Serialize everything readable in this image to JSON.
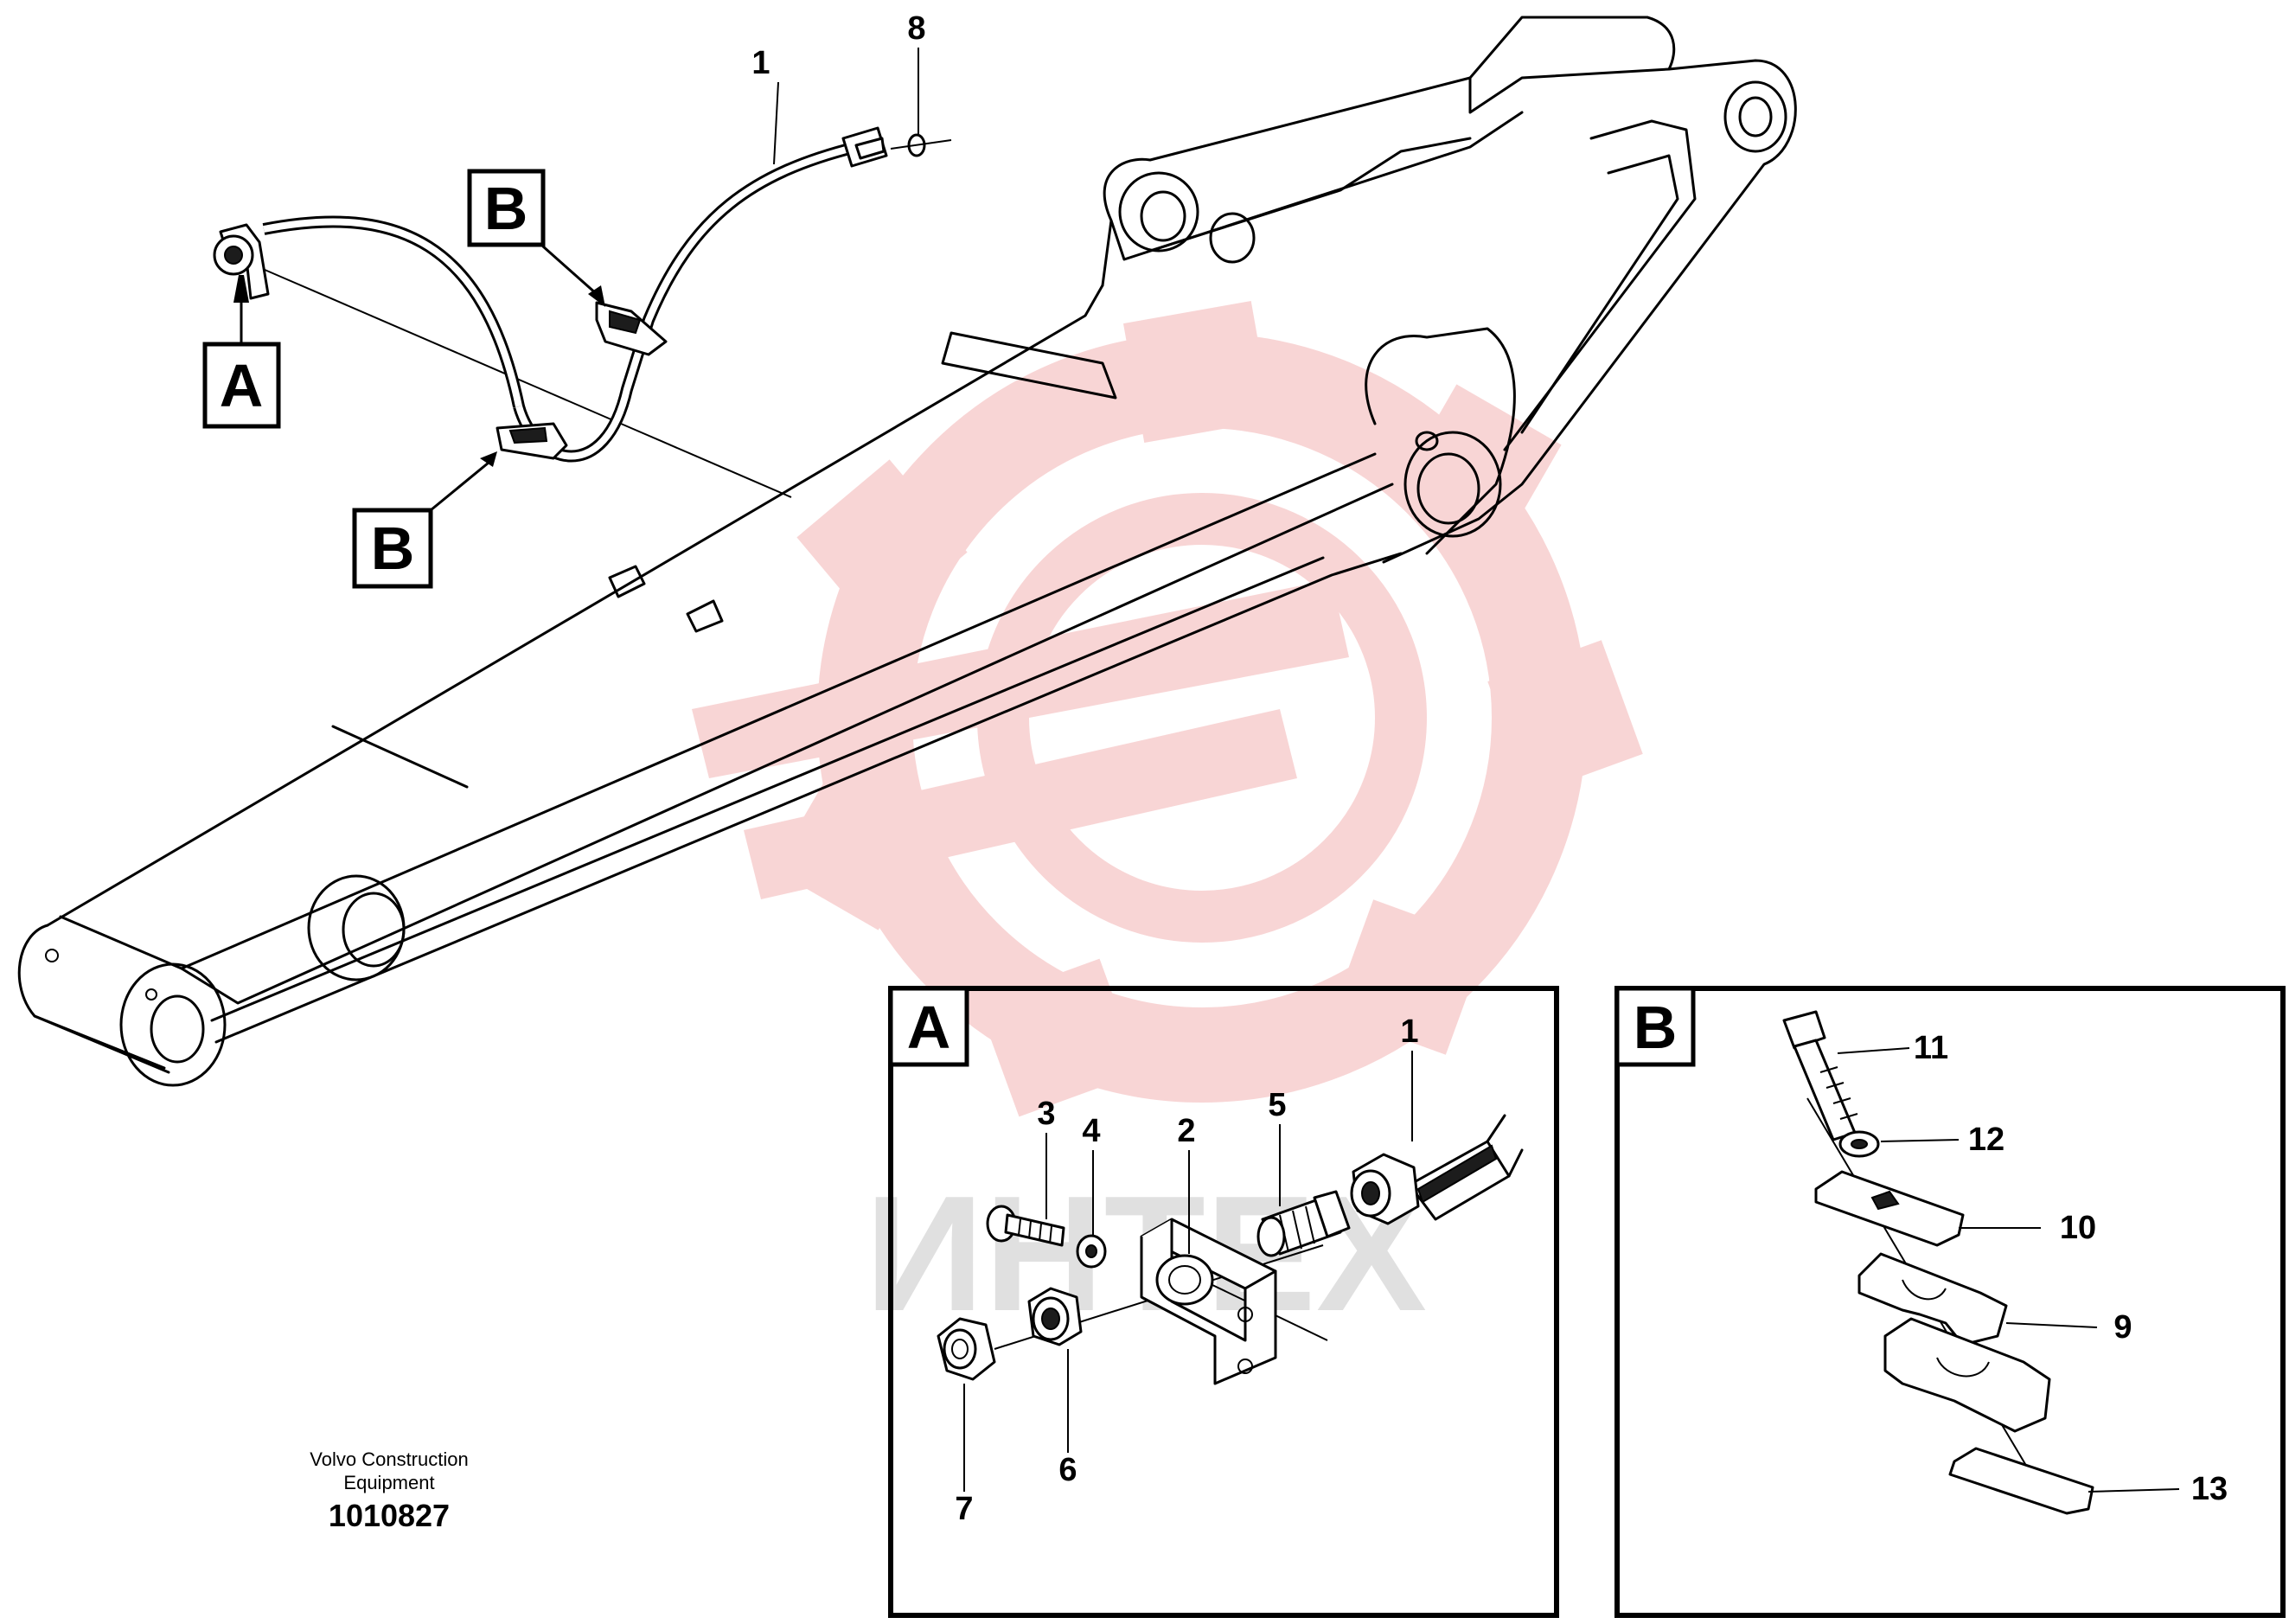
{
  "views": {
    "a_label": "A",
    "b_label": "B"
  },
  "callouts": {
    "hose": "1",
    "bracket": "2",
    "screw": "3",
    "washer": "4",
    "nipple": "5",
    "lock_nut": "6",
    "nut": "7",
    "o_ring": "8",
    "clamp_half": "9",
    "cover_plate": "10",
    "bolt": "11",
    "bolt_washer": "12",
    "weld_plate": "13"
  },
  "footer": {
    "company_line1": "Volvo Construction",
    "company_line2": "Equipment",
    "drawing_number": "1010827"
  },
  "watermark": {
    "text": "ИНТЕХ",
    "color": "#f3b3b3",
    "text_color": "#d9d9d9"
  }
}
